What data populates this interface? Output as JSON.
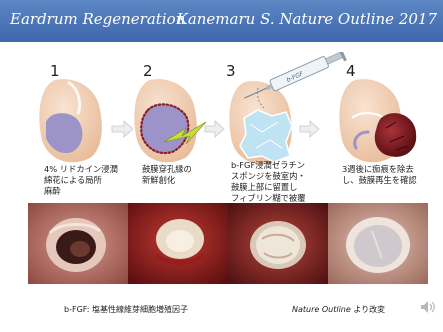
{
  "header": {
    "title": "Eardrum Regeneration",
    "reference": "Kanemaru S. Nature Outline 2017"
  },
  "steps": [
    {
      "number": "1",
      "caption_lines": [
        "4% リドカイン浸潤",
        "綿花による局所",
        "麻酔"
      ]
    },
    {
      "number": "2",
      "caption_lines": [
        "鼓膜穿孔縁の",
        "新鮮創化"
      ]
    },
    {
      "number": "3",
      "caption_lines": [
        "b-FGF浸潤ゼラチン",
        "スポンジを鼓室内・",
        "鼓膜上部に留置し",
        "フィブリン糊で被覆"
      ]
    },
    {
      "number": "4",
      "caption_lines": [
        "3週後に痂痕を除去",
        "し、鼓膜再生を確認"
      ]
    }
  ],
  "syringe_label": "b-FGF",
  "footer": {
    "abbreviation": "b-FGF: 塩基性線維芽細胞増殖因子",
    "source_italic": "Nature Outline",
    "source_suffix": " より改変"
  },
  "colors": {
    "banner": "#4a74b8",
    "ear_tissue": "#f1ccb0",
    "drum_membrane": "#9c94c8",
    "wound_dots": "#8a1f2a",
    "sponge": "#bfe3f3",
    "scab": "#7a1a1e",
    "lightning": "#c8dc3c"
  }
}
